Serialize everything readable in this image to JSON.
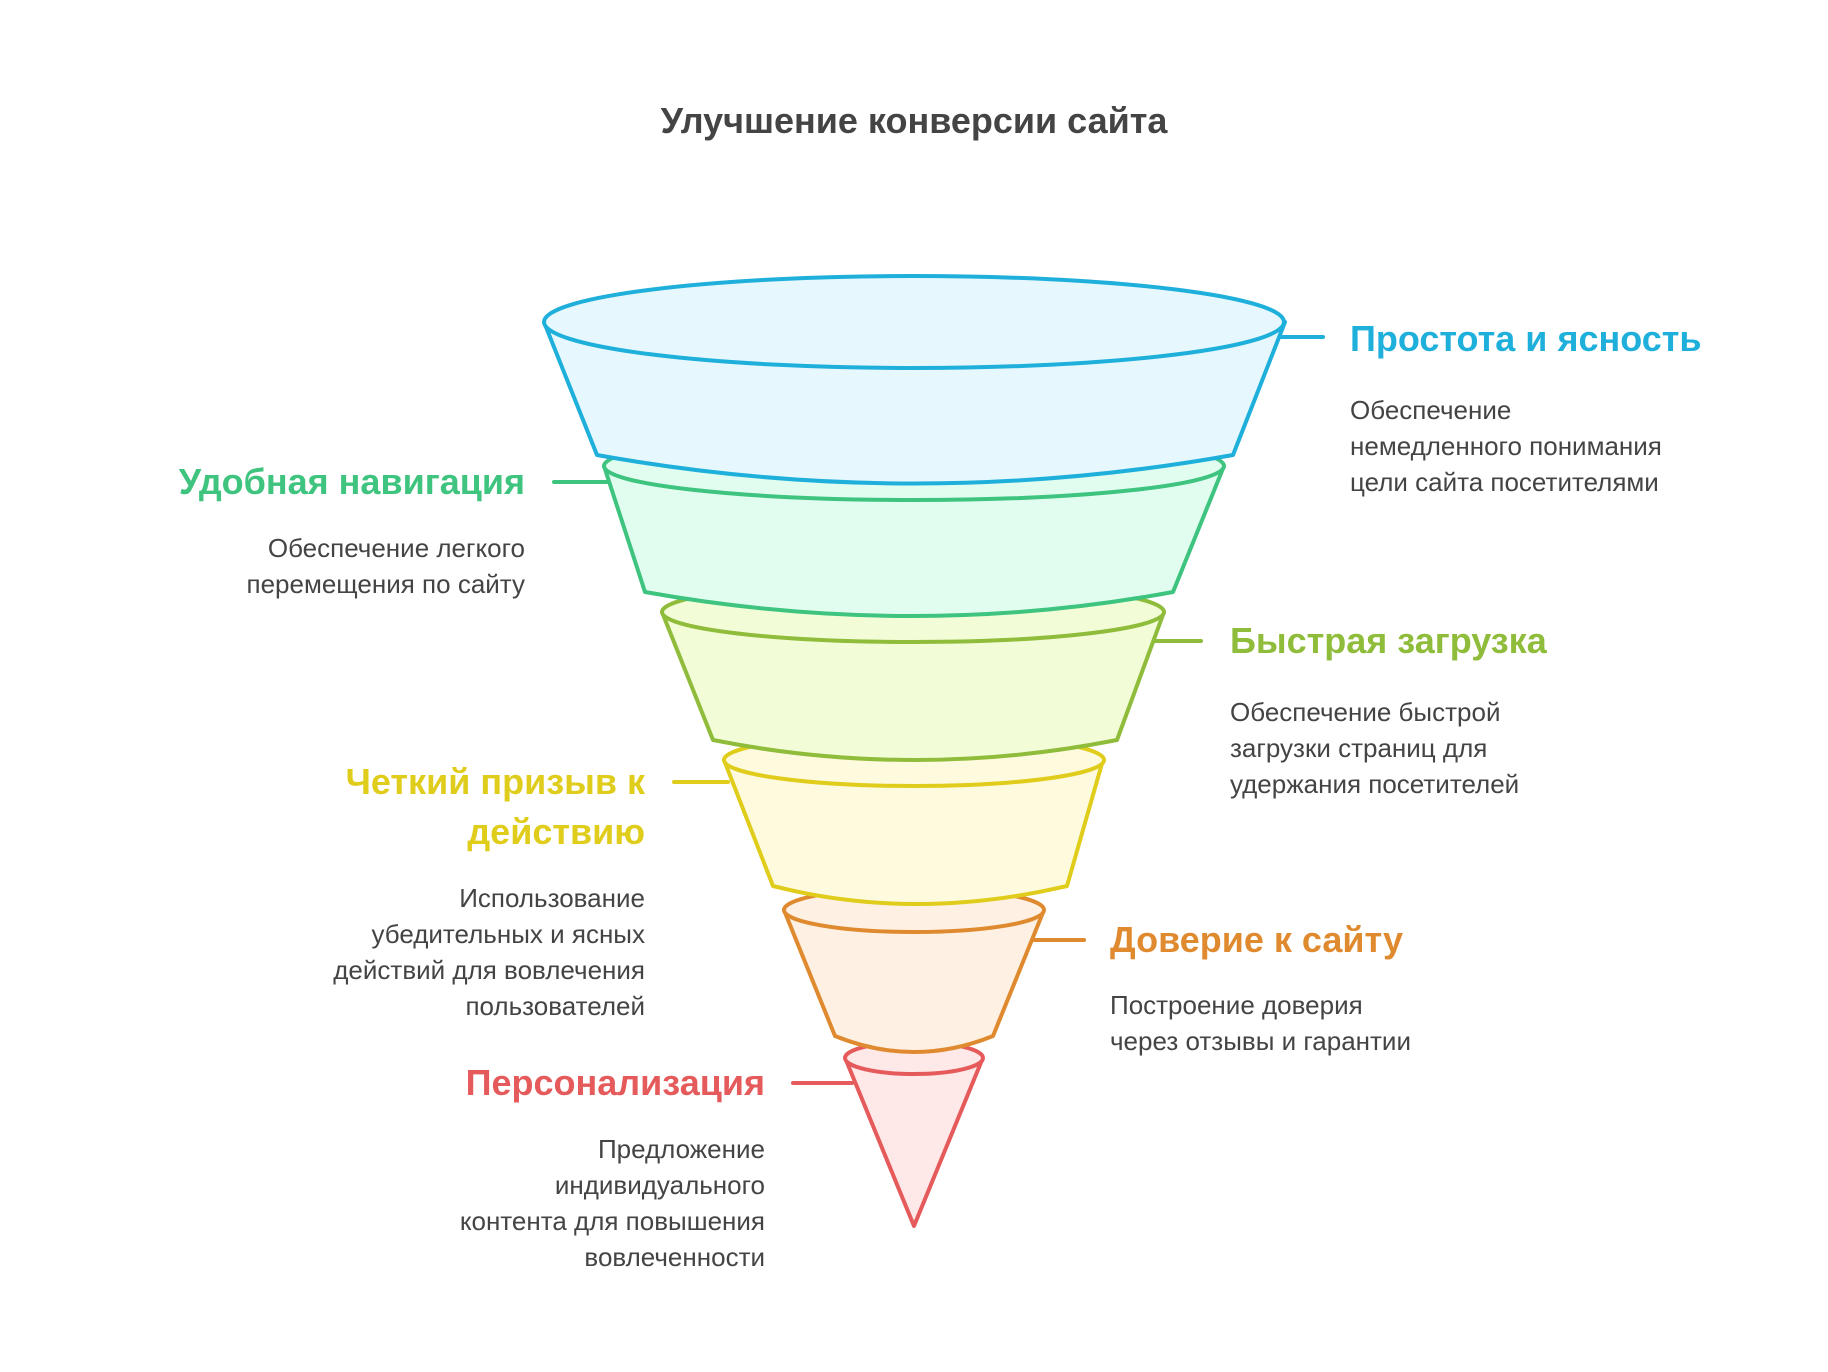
{
  "title": "Улучшение конверсии сайта",
  "stages": [
    {
      "heading": "Простота и ясность",
      "color": "#1fafdb",
      "fill": "#e6f8fe",
      "desc": [
        "Обеспечение",
        "немедленного понимания",
        "цели сайта посетителями"
      ]
    },
    {
      "heading": "Удобная навигация",
      "color": "#3ec47f",
      "fill": "#e0fdf0",
      "desc": [
        "Обеспечение легкого",
        "перемещения по сайту"
      ]
    },
    {
      "heading": "Быстрая загрузка",
      "color": "#8fbc3a",
      "fill": "#f2fdd8",
      "desc": [
        "Обеспечение быстрой",
        "загрузки страниц для",
        "удержания посетителей"
      ]
    },
    {
      "heading_lines": [
        "Четкий призыв к",
        "действию"
      ],
      "color": "#e0cc1a",
      "fill": "#fefade",
      "desc": [
        "Использование",
        "убедительных и ясных",
        "действий для вовлечения",
        "пользователей"
      ]
    },
    {
      "heading": "Доверие к сайту",
      "color": "#e08a30",
      "fill": "#fef1e4",
      "desc": [
        "Построение доверия",
        "через отзывы и гарантии"
      ]
    },
    {
      "heading": "Персонализация",
      "color": "#e55a5a",
      "fill": "#ffe8e8",
      "desc": [
        "Предложение",
        "индивидуального",
        "контента для повышения",
        "вовлеченности"
      ]
    }
  ]
}
